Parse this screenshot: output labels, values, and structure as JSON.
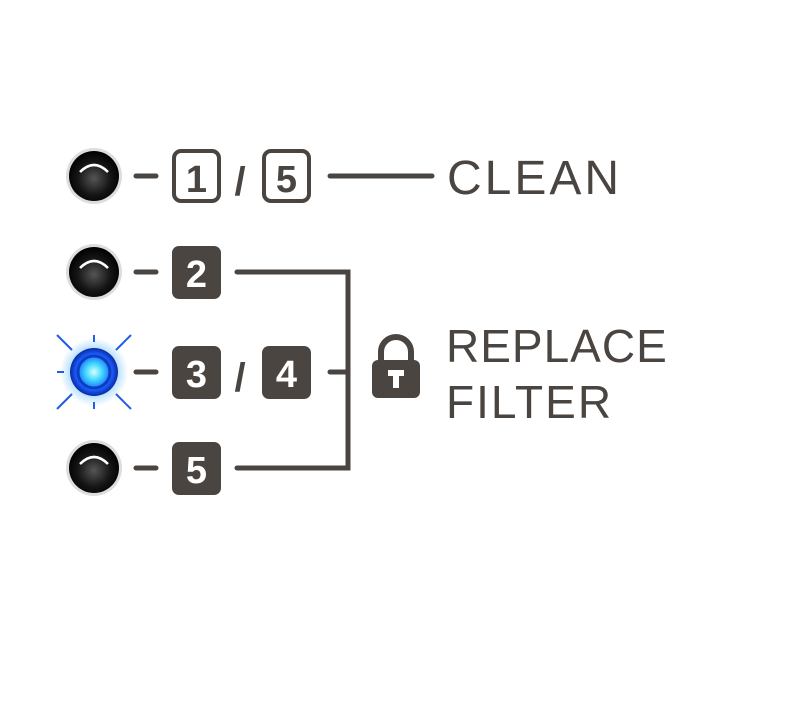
{
  "colors": {
    "ink": "#4a4541",
    "led_active": "#1f7bff",
    "led_off": "#111111"
  },
  "rows": [
    {
      "led": "off",
      "codes": [
        "1",
        "5"
      ],
      "style": "outline",
      "separator": "/"
    },
    {
      "led": "off",
      "codes": [
        "2"
      ],
      "style": "filled"
    },
    {
      "led": "on",
      "codes": [
        "3",
        "4"
      ],
      "style": "filled",
      "separator": "/"
    },
    {
      "led": "off",
      "codes": [
        "5"
      ],
      "style": "filled"
    }
  ],
  "labels": {
    "clean": "CLEAN",
    "replace_line1": "REPLACE",
    "replace_line2": "FILTER"
  },
  "icons": {
    "lock": "lock-icon"
  }
}
